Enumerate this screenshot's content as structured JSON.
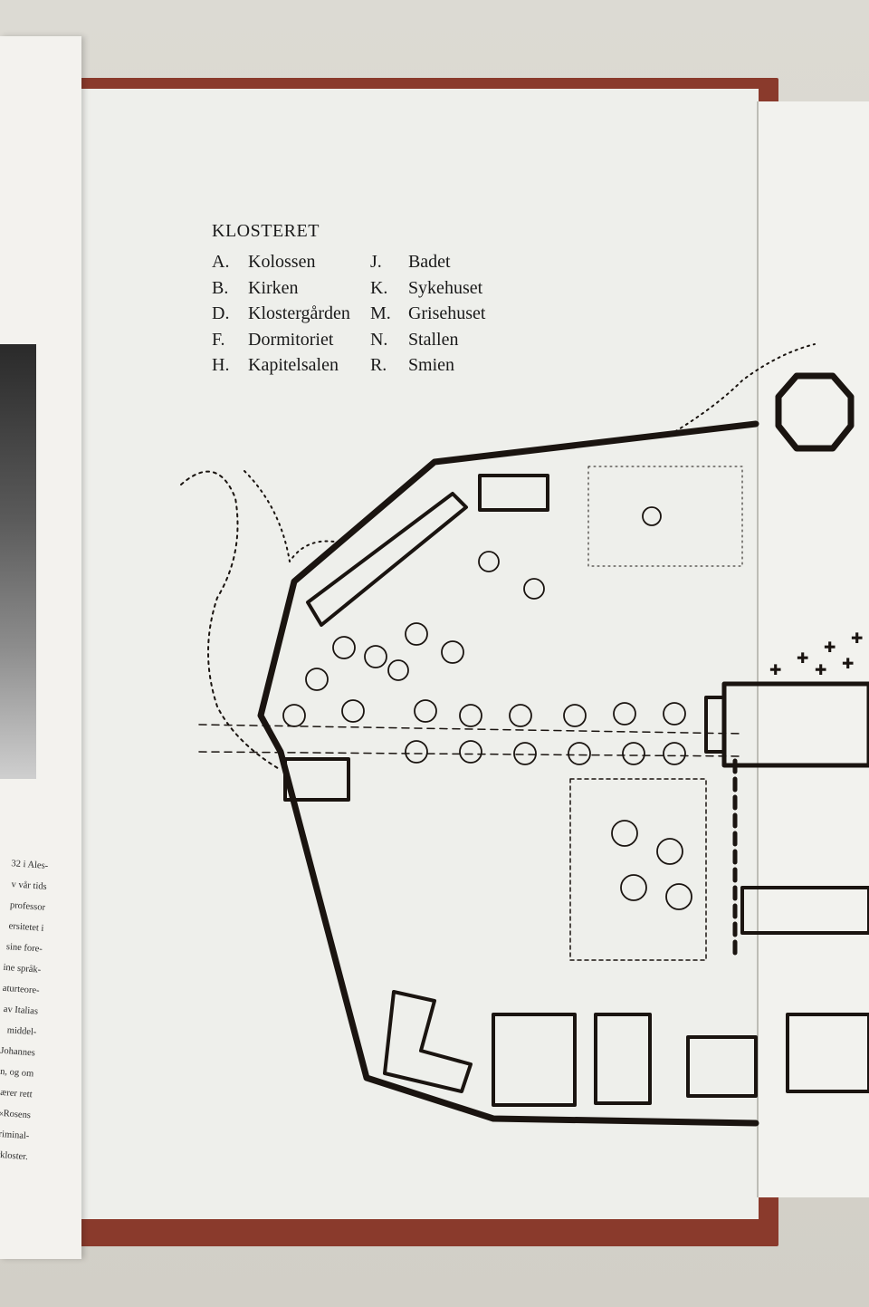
{
  "legend": {
    "title": "KLOSTERET",
    "left": [
      {
        "key": "A.",
        "label": "Kolossen"
      },
      {
        "key": "B.",
        "label": "Kirken"
      },
      {
        "key": "D.",
        "label": "Klostergården"
      },
      {
        "key": "F.",
        "label": "Dormitoriet"
      },
      {
        "key": "H.",
        "label": "Kapitelsalen"
      }
    ],
    "right": [
      {
        "key": "J.",
        "label": "Badet"
      },
      {
        "key": "K.",
        "label": "Sykehuset"
      },
      {
        "key": "M.",
        "label": "Grisehuset"
      },
      {
        "key": "N.",
        "label": "Stallen"
      },
      {
        "key": "R.",
        "label": "Smien"
      }
    ]
  },
  "flap_text": [
    "32 i Ales-",
    "v vår tids",
    "professor",
    "ersitetet i",
    "sine fore-",
    "ine språk-",
    "aturteore-",
    "av Italias",
    "middel-",
    "Johannes",
    "sen, og om",
    "ærer rett",
    "n, «Rosens",
    "kriminal-",
    "rkloster."
  ]
}
